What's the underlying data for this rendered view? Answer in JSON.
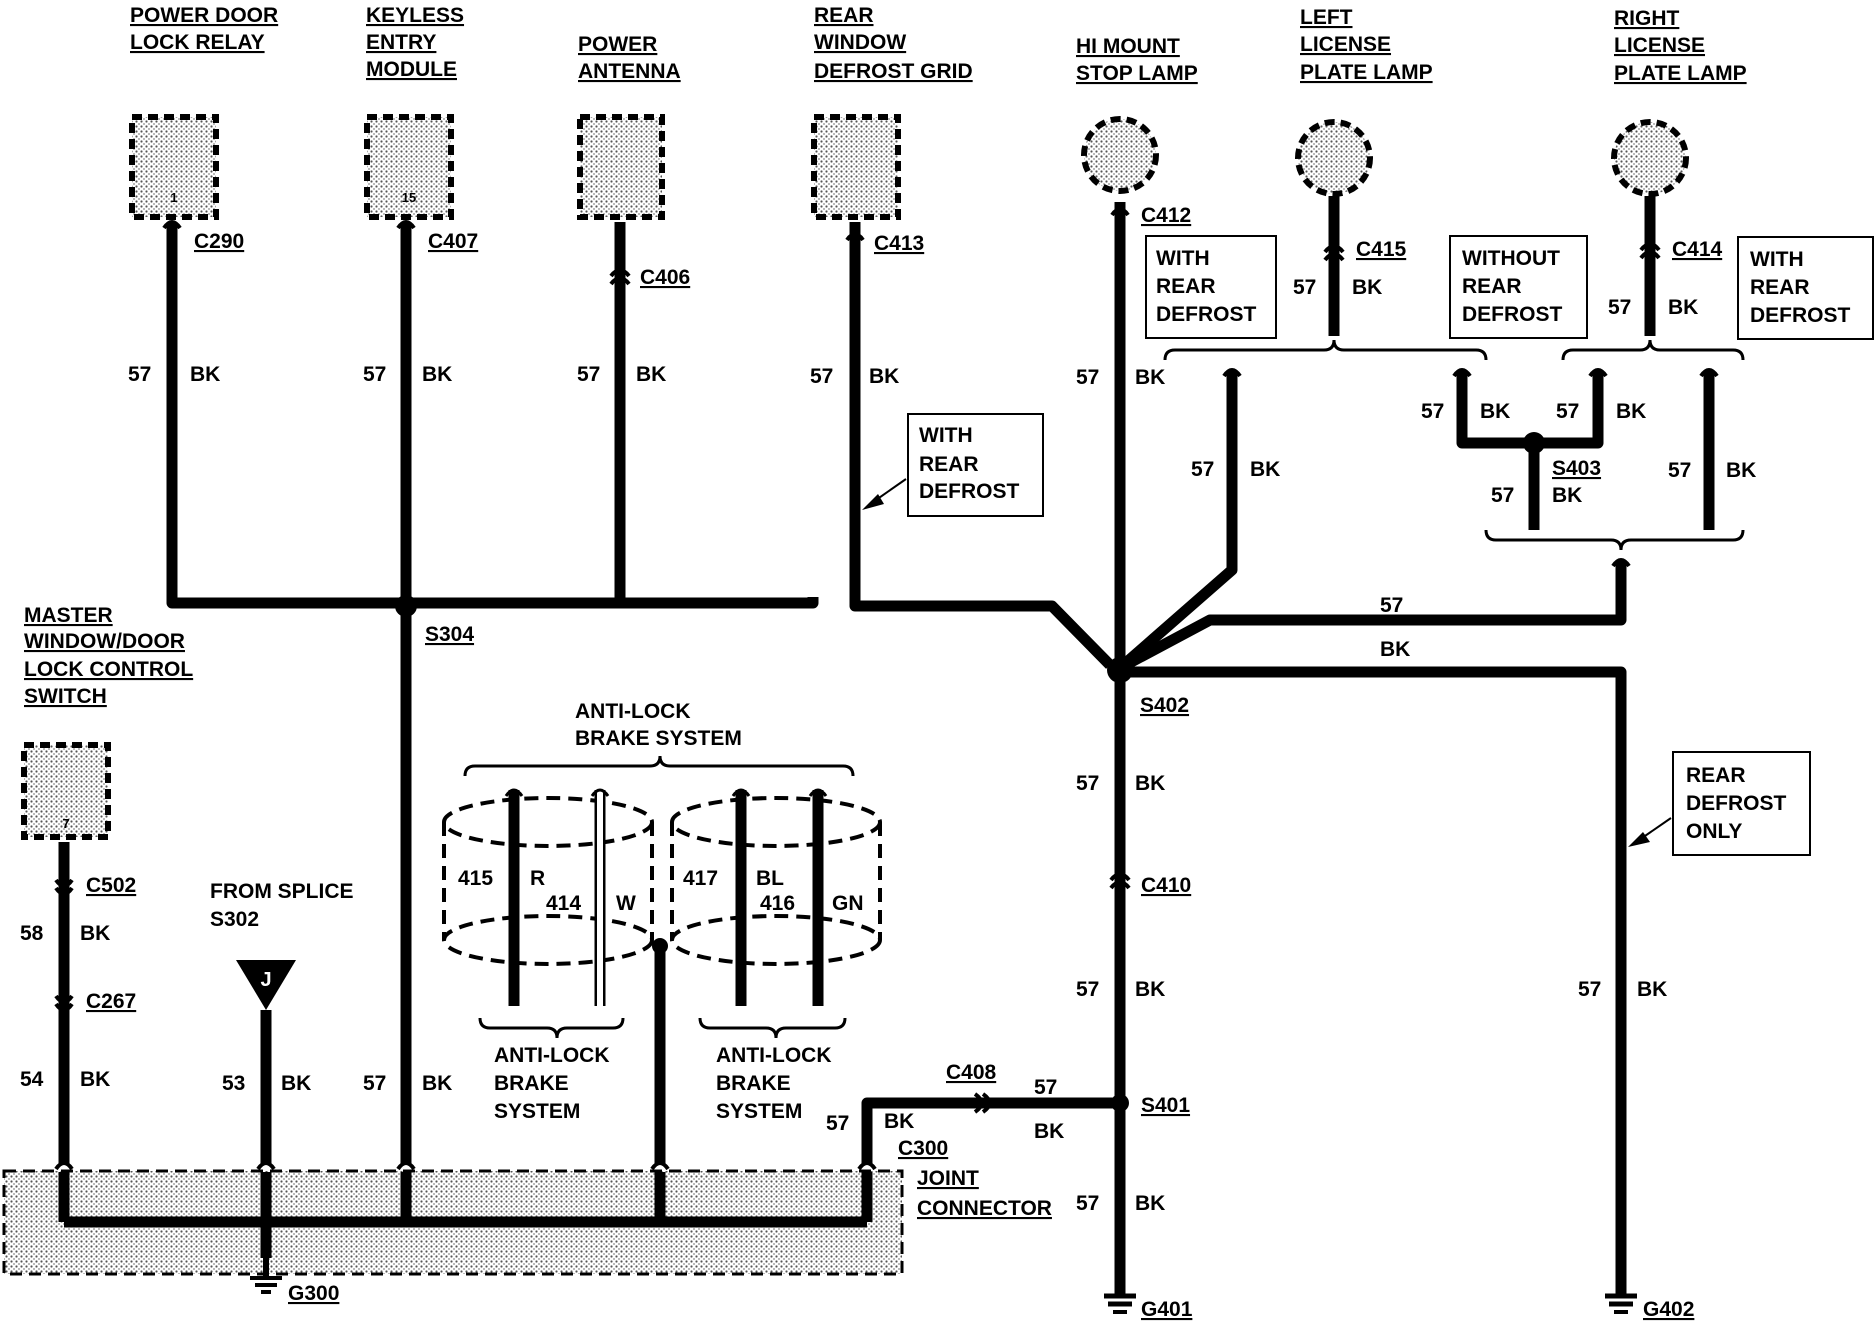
{
  "components": {
    "power_door_lock_relay": {
      "lines": [
        "POWER DOOR",
        "LOCK RELAY"
      ],
      "pin": "1",
      "connector": "C290"
    },
    "keyless_entry_module": {
      "lines": [
        "KEYLESS",
        "ENTRY",
        "MODULE"
      ],
      "pin": "15",
      "connector": "C407"
    },
    "power_antenna": {
      "lines": [
        "POWER",
        "ANTENNA"
      ],
      "connector": "C406"
    },
    "rear_window_defrost_grid": {
      "lines": [
        "REAR",
        "WINDOW",
        "DEFROST GRID"
      ],
      "connector": "C413"
    },
    "hi_mount_stop_lamp": {
      "lines": [
        "HI MOUNT",
        "STOP LAMP"
      ],
      "connector": "C412"
    },
    "left_license_plate_lamp": {
      "lines": [
        "LEFT",
        "LICENSE",
        "PLATE LAMP"
      ],
      "connector": "C415"
    },
    "right_license_plate_lamp": {
      "lines": [
        "RIGHT",
        "LICENSE",
        "PLATE LAMP"
      ],
      "connector": "C414"
    },
    "master_switch": {
      "lines": [
        "MASTER",
        "WINDOW/DOOR",
        "LOCK CONTROL",
        "SWITCH"
      ],
      "pin": "7",
      "connector": "C502"
    }
  },
  "notes": {
    "with_rear_defrost_lines": [
      "WITH",
      "REAR",
      "DEFROST"
    ],
    "without_rear_defrost_lines": [
      "WITHOUT",
      "REAR",
      "DEFROST"
    ],
    "rear_defrost_only_lines": [
      "REAR",
      "DEFROST",
      "ONLY"
    ]
  },
  "wire": {
    "circuit_57": "57",
    "circuit_58": "58",
    "circuit_54": "54",
    "circuit_53": "53",
    "color_bk": "BK"
  },
  "connectors": {
    "c267": "C267",
    "c410": "C410",
    "c408": "C408",
    "c300": "C300"
  },
  "splices": {
    "s304": "S304",
    "s402": "S402",
    "s403": "S403",
    "s401": "S401"
  },
  "grounds": {
    "g300": "G300",
    "g401": "G401",
    "g402": "G402"
  },
  "from_splice": {
    "line1": "FROM SPLICE",
    "line2": "S302",
    "tag": "J"
  },
  "abs": {
    "top_lines": [
      "ANTI-LOCK",
      "BRAKE SYSTEM"
    ],
    "bottom_lines": [
      "ANTI-LOCK",
      "BRAKE",
      "SYSTEM"
    ],
    "w415": "415",
    "c415": "R",
    "w414": "414",
    "c414": "W",
    "w417": "417",
    "c417": "BL",
    "w416": "416",
    "c416": "GN"
  },
  "joint_connector": {
    "lines": [
      "JOINT",
      "CONNECTOR"
    ]
  }
}
